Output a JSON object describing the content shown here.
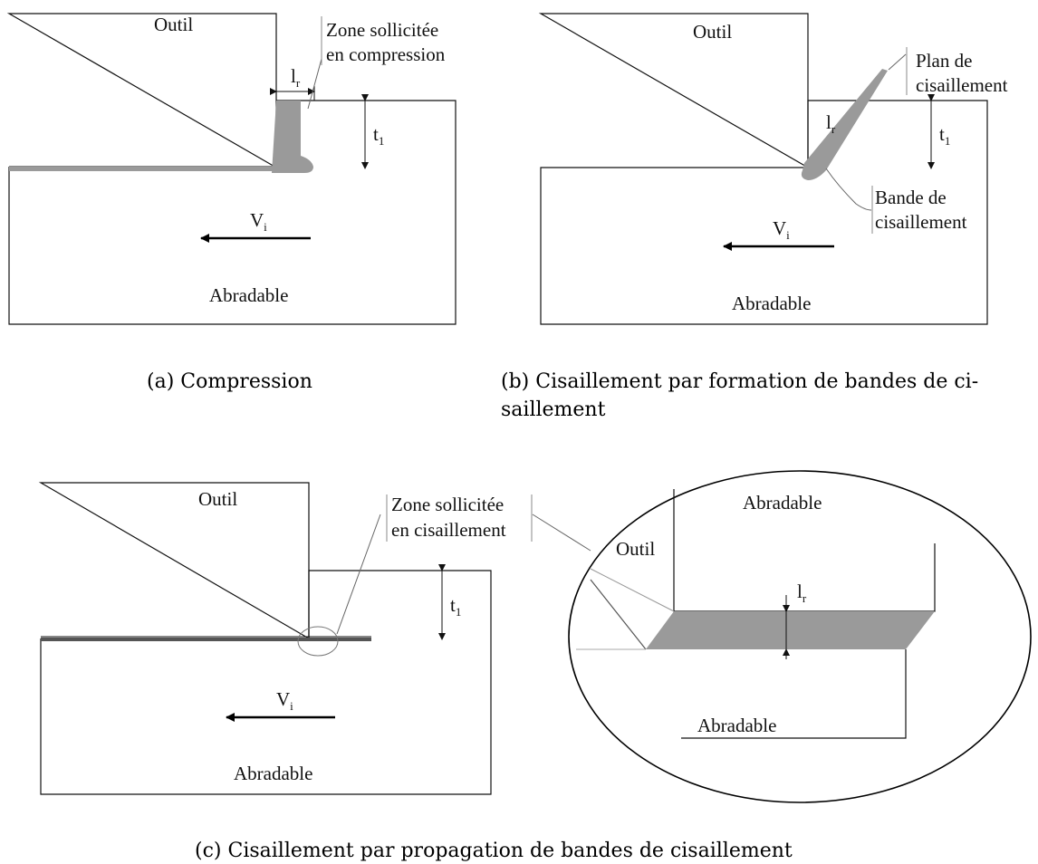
{
  "panel_a": {
    "tool_label": "Outil",
    "zone_label_line1": "Zone sollicitée",
    "zone_label_line2": "en compression",
    "lr_main": "l",
    "lr_sub": "r",
    "t1_main": "t",
    "t1_sub": "1",
    "v_main": "V",
    "v_sub": "i",
    "material_label": "Abradable",
    "caption": "(a) Compression"
  },
  "panel_b": {
    "tool_label": "Outil",
    "plane_label_line1": "Plan de",
    "plane_label_line2": "cisaillement",
    "band_label_line1": "Bande de",
    "band_label_line2": "cisaillement",
    "lr_main": "l",
    "lr_sub": "r",
    "t1_main": "t",
    "t1_sub": "1",
    "v_main": "V",
    "v_sub": "i",
    "material_label": "Abradable",
    "caption_line1": "(b) Cisaillement par formation de bandes de ci-",
    "caption_line2": "saillement"
  },
  "panel_c": {
    "tool_label": "Outil",
    "zone_label_line1": "Zone sollicitée",
    "zone_label_line2": "en cisaillement",
    "t1_main": "t",
    "t1_sub": "1",
    "v_main": "V",
    "v_sub": "i",
    "material_label": "Abradable",
    "zoom_top_label": "Abradable",
    "zoom_tool_label": "Outil",
    "zoom_lr_main": "l",
    "zoom_lr_sub": "r",
    "zoom_bottom_label": "Abradable",
    "caption": "(c) Cisaillement par propagation de bandes de cisaillement"
  }
}
